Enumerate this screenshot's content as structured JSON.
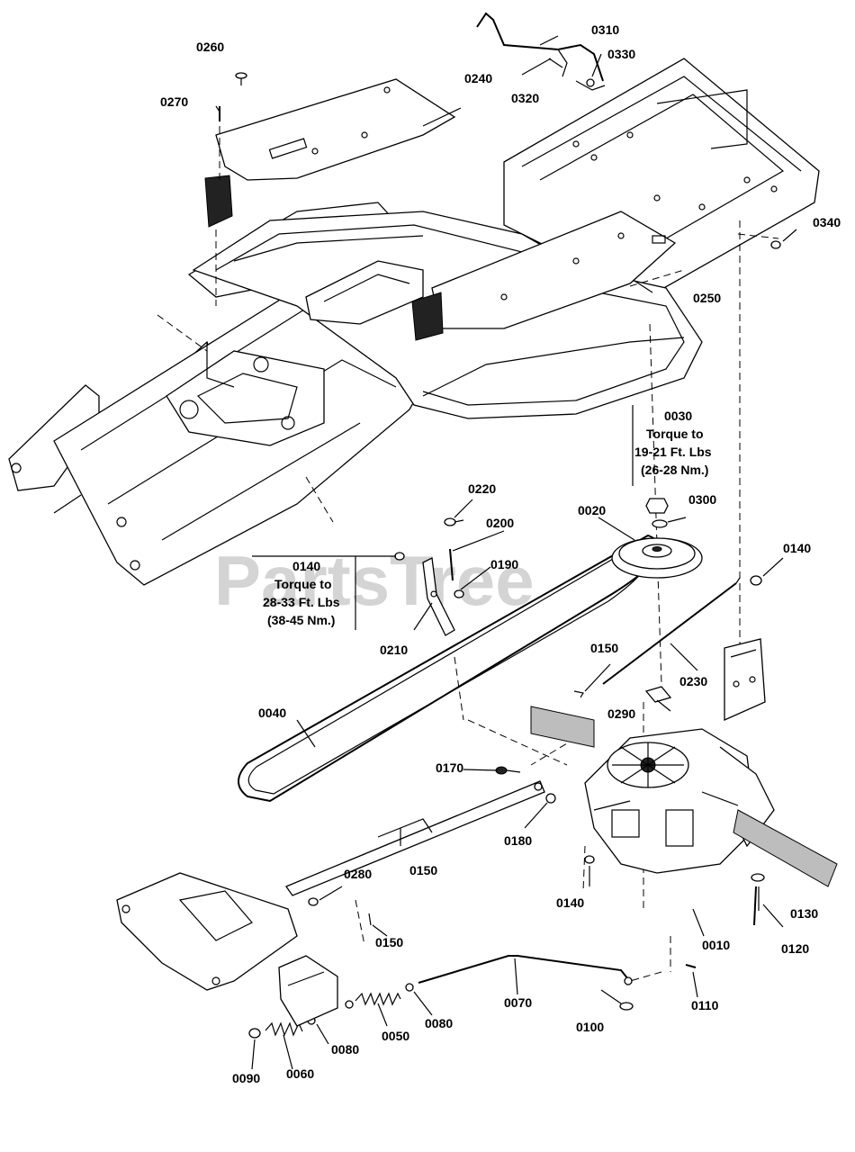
{
  "watermark": "PartsTree",
  "labels": {
    "p0010": "0010",
    "p0020": "0020",
    "p0030": "0030",
    "p0040": "0040",
    "p0050": "0050",
    "p0060": "0060",
    "p0070": "0070",
    "p0080a": "0080",
    "p0080b": "0080",
    "p0090": "0090",
    "p0100": "0100",
    "p0110": "0110",
    "p0120": "0120",
    "p0130": "0130",
    "p0140a": "0140",
    "p0140b": "0140",
    "p0140c": "0140",
    "p0150a": "0150",
    "p0150b": "0150",
    "p0150c": "0150",
    "p0170": "0170",
    "p0180": "0180",
    "p0190": "0190",
    "p0200": "0200",
    "p0210": "0210",
    "p0220": "0220",
    "p0230": "0230",
    "p0240": "0240",
    "p0250": "0250",
    "p0260": "0260",
    "p0270": "0270",
    "p0280": "0280",
    "p0290": "0290",
    "p0300": "0300",
    "p0310": "0310",
    "p0320": "0320",
    "p0330": "0330",
    "p0340": "0340"
  },
  "torque_notes": {
    "n0030": {
      "l1": "Torque to",
      "l2": "19-21 Ft. Lbs",
      "l3": "(26-28 Nm.)"
    },
    "n0140": {
      "l1": "Torque to",
      "l2": "28-33 Ft. Lbs",
      "l3": "(38-45 Nm.)"
    }
  }
}
